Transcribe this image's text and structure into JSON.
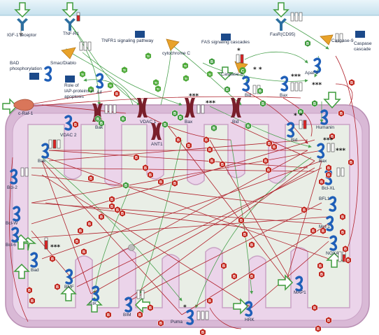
{
  "labels": {
    "igf1_receptor": "IGF-1 receptor",
    "tnf_r1": "TNF-R1",
    "tnfr1_signaling": "TNFR1 signaling pathway",
    "fas_signaling": "FAS signaling cascades",
    "fasr": "FasR(CD95)",
    "caspase9": "Caspase-9",
    "caspase_cascade_1": "Caspase",
    "caspase_cascade_2": "cascade",
    "bad_phos_1": "BAD",
    "bad_phos_2": "phosphorylation",
    "smac": "Smac/Diablo",
    "cytochrome_c": "cytochrome C",
    "caspase8": "Caspase-8",
    "apaf1": "Apaf-1",
    "aif": "Aif",
    "iap_1": "Role of",
    "iap_2": "IAP-proteins in",
    "iap_3": "apoptosis",
    "craf1": "c-Raf-1",
    "vdac1": "VDAC 1",
    "vdac2": "VDAC 2",
    "bak_outer": "Bak",
    "bax_outer": "Bax",
    "bid_outer": "Bid",
    "bid_cyto": "Bid",
    "bax_cyto": "Bax",
    "ant1": "ANT1",
    "humanin": "Humanin",
    "bid_inner": "Bid",
    "bax_inner": "Bax",
    "bak_inner": "Bak",
    "bcl2": "Bcl-2",
    "bclxl": "Bcl-XL",
    "bclw": "Bcl-W",
    "bfl1": "BFL1",
    "bcl6": "Bcl-6",
    "mcl1": "Mcl-1",
    "bad": "Bad",
    "noxa": "NOXA",
    "bmf": "BMF",
    "bik": "BIK",
    "bim": "BIM",
    "puma": "Puma",
    "hrk": "HRK",
    "map1": "MAP1"
  },
  "markers": {
    "tr": "Tr",
    "b": "B",
    "c": "C",
    "stars3": "***",
    "stars2": "* *",
    "star1": "*"
  },
  "colors": {
    "membrane_outer": "#d9b9d6",
    "membrane_inner": "#ebd4ea",
    "matrix": "#e9eee6",
    "cell_band": "#d6e9f2",
    "inhibit_line": "#b0212b",
    "activate_line": "#49a14e",
    "gray_line": "#8a8a8a",
    "b_marker": "#c0271e",
    "tr_marker": "#4faa3a",
    "protein_blue": "#1f5fb8",
    "receptor_blue": "#2d6fa0",
    "caspase_orange": "#e8a22a",
    "arrow_green": "#3f9b3d",
    "label_text": "#1d2a44"
  }
}
